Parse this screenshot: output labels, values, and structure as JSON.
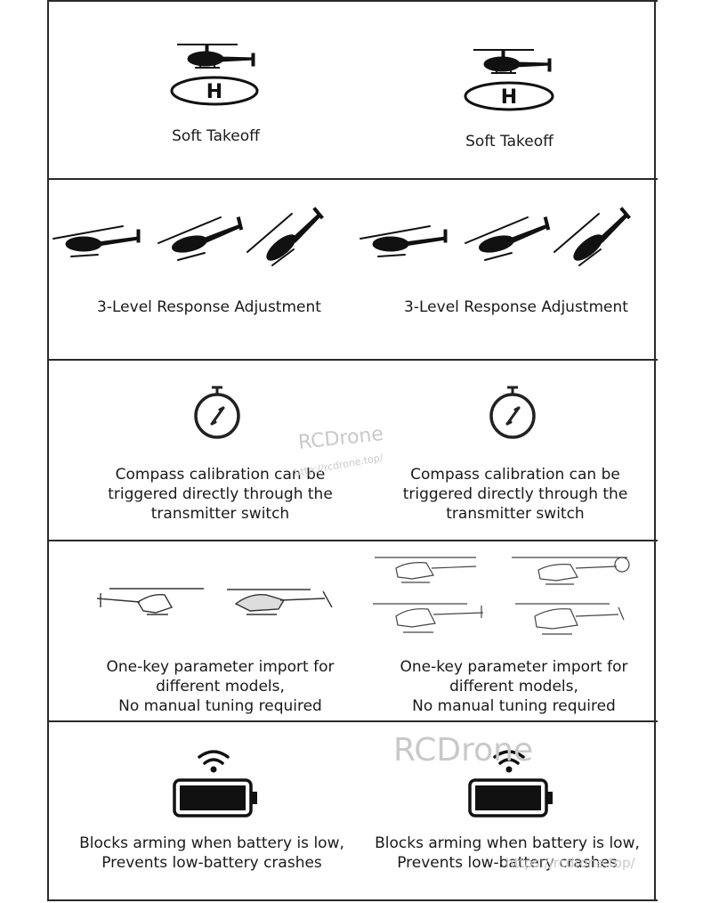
{
  "sections": [
    {
      "id": "soft-takeoff",
      "left_caption": "Soft Takeoff",
      "right_caption": "Soft Takeoff",
      "icon": "helipad-helicopter-icon"
    },
    {
      "id": "response",
      "left_caption": "3-Level Response Adjustment",
      "right_caption": "3-Level Response Adjustment",
      "icon": "helicopter-attitude-icon"
    },
    {
      "id": "compass",
      "left_caption": "Compass calibration can be\ntriggered directly through the\ntransmitter switch",
      "right_caption": "Compass calibration can be\ntriggered directly through the\ntransmitter switch",
      "icon": "stopwatch-compass-icon"
    },
    {
      "id": "params",
      "left_caption": "One-key parameter import for\ndifferent models,\nNo manual tuning required",
      "right_caption": "One-key parameter import for\ndifferent models,\nNo manual tuning required",
      "icon": "helicopter-models-icon"
    },
    {
      "id": "battery",
      "left_caption": "Blocks arming when battery is low,\nPrevents low-battery crashes",
      "right_caption": "Blocks arming when battery is low,\nPrevents low-battery crashes",
      "icon": "battery-wifi-icon"
    }
  ],
  "watermarks": {
    "brand_1": "RCDrone",
    "url_1": "http://rcdrone.top/",
    "brand_2": "RCDrone",
    "url_2": "https://rcdrone.top/"
  }
}
